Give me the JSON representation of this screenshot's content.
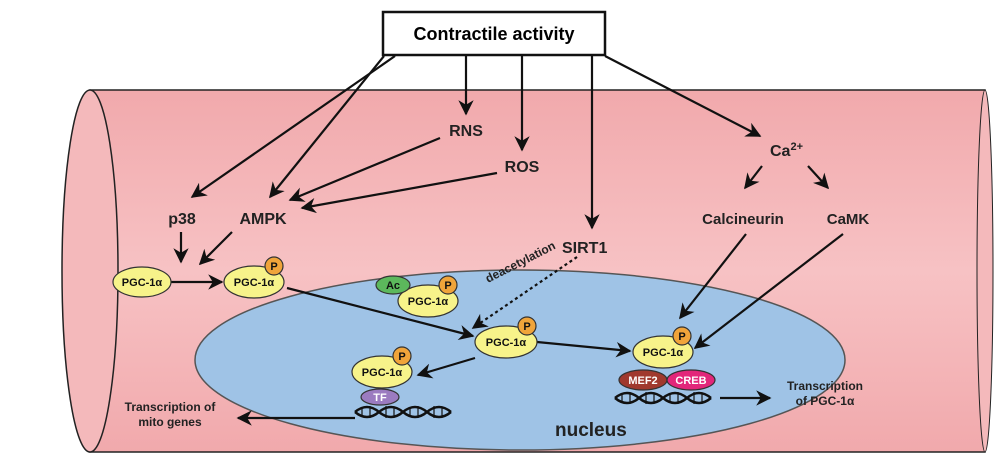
{
  "title": "Contractile activity",
  "signals": {
    "rns": "RNS",
    "ros": "ROS",
    "sirt1": "SIRT1",
    "p38": "p38",
    "ampk": "AMPK",
    "calcium": "Ca",
    "calcium_sup": "2+",
    "calcineurin": "Calcineurin",
    "camk": "CaMK"
  },
  "molecules": {
    "pgc1a": "PGC-1α",
    "phospho": "P",
    "acetyl": "Ac",
    "tf": "TF",
    "mef2": "MEF2",
    "creb": "CREB"
  },
  "labels": {
    "deacetylation": "deacetylation",
    "nucleus": "nucleus",
    "transcription_mito_1": "Transcription of",
    "transcription_mito_2": "mito genes",
    "transcription_pgc_1": "Transcription",
    "transcription_pgc_2": "of PGC-1α"
  },
  "colors": {
    "muscle_fiber": "#f5b6b8",
    "nucleus": "#9fc3e6",
    "pgc": "#f7f38a",
    "phospho": "#f0a43a",
    "acetyl": "#5cb85c",
    "tf": "#9b7bc0",
    "mef2": "#a0392e",
    "creb": "#e2267a"
  }
}
